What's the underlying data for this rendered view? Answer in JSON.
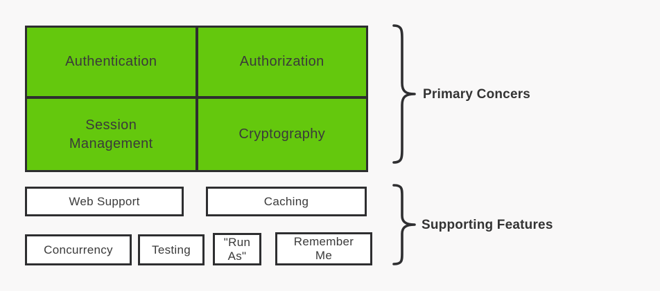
{
  "colors": {
    "background": "#F9F8F8",
    "cell_green": "#64C80D",
    "border_dark": "#2E2E30",
    "text_dark": "#3A3A3A",
    "box_white": "#FFFFFF"
  },
  "primary": {
    "label": "Primary Concers",
    "cells": [
      {
        "label": "Authentication"
      },
      {
        "label": "Authorization"
      },
      {
        "label": "Session\nManagement"
      },
      {
        "label": "Cryptography"
      }
    ]
  },
  "supporting": {
    "label": "Supporting Features",
    "row1": [
      {
        "label": "Web Support"
      },
      {
        "label": "Caching"
      }
    ],
    "row2": [
      {
        "label": "Concurrency"
      },
      {
        "label": "Testing"
      },
      {
        "label": "\"Run\nAs\""
      },
      {
        "label": "Remember\nMe"
      }
    ]
  }
}
